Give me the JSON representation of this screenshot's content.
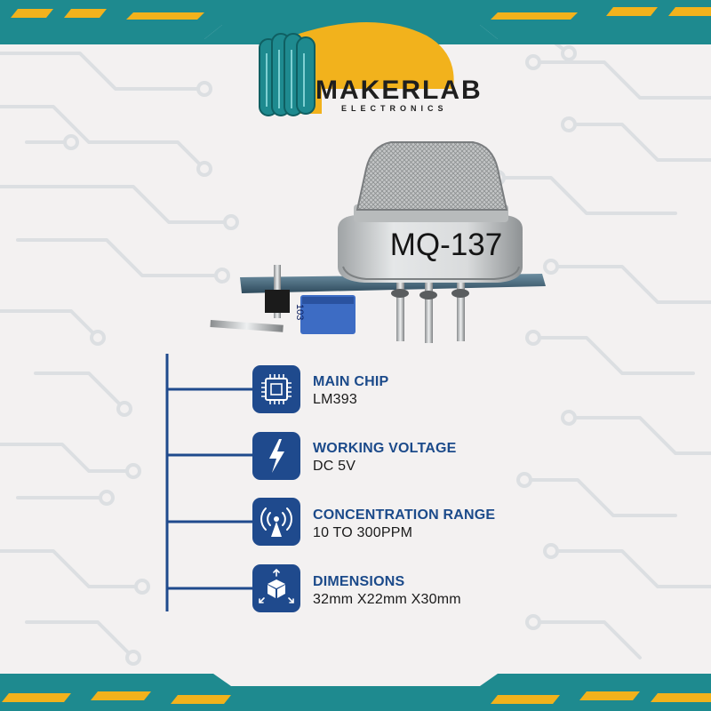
{
  "brand": {
    "name": "MAKERLAB",
    "tagline": "ELECTRONICS"
  },
  "product": {
    "model_label": "MQ-137",
    "pot_marking": "103"
  },
  "specs": [
    {
      "title": "MAIN CHIP",
      "value": "LM393",
      "icon": "chip-icon"
    },
    {
      "title": "WORKING VOLTAGE",
      "value": "DC 5V",
      "icon": "lightning-icon"
    },
    {
      "title": "CONCENTRATION RANGE",
      "value": "10 TO 300PPM",
      "icon": "antenna-signal-icon"
    },
    {
      "title": "DIMENSIONS",
      "value": "32mm X22mm X30mm",
      "icon": "cube-dimensions-icon"
    }
  ],
  "colors": {
    "background": "#f3f1f1",
    "teal": "#1e8a8f",
    "yellow": "#f2b21c",
    "navy": "#1f4a8d",
    "circuit": "#d9dcdf"
  }
}
